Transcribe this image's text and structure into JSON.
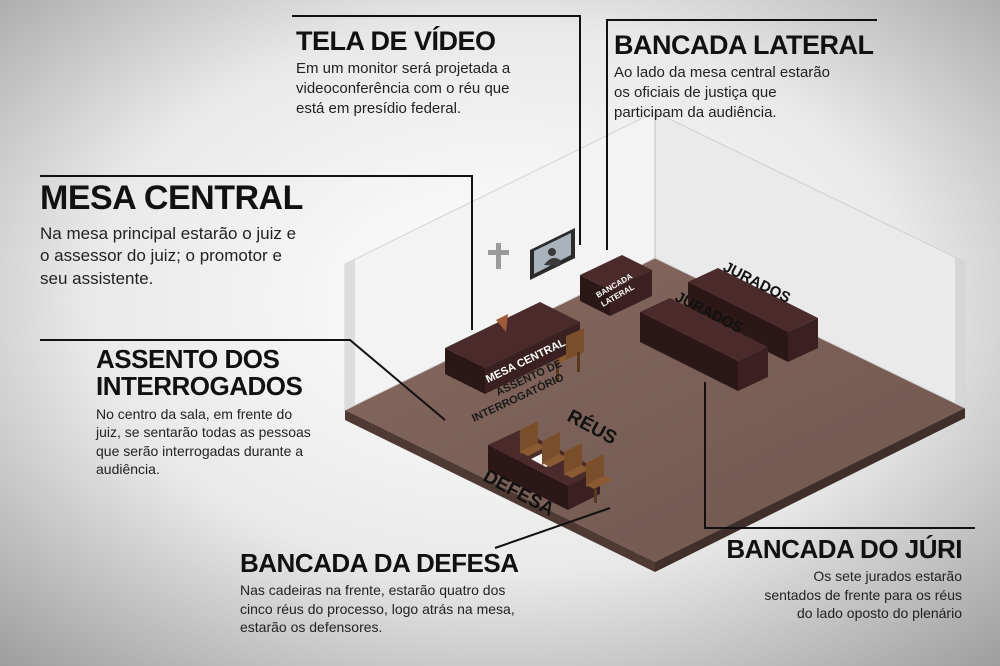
{
  "labels": {
    "tela": {
      "title": "TELA DE VÍDEO",
      "lines": [
        "Em um monitor será projetada a",
        "videoconferência com o réu que",
        "está em presídio federal."
      ]
    },
    "lateral": {
      "title": "BANCADA LATERAL",
      "lines": [
        "Ao lado da mesa central estarão",
        "os oficiais de justiça que",
        "participam da audiência."
      ]
    },
    "mesa": {
      "title": "MESA CENTRAL",
      "lines": [
        "Na mesa principal estarão o juiz e",
        "o assessor do juiz; o promotor e",
        "seu assistente."
      ]
    },
    "assento": {
      "title1": "ASSENTO DOS",
      "title2": "INTERROGADOS",
      "lines": [
        "No centro da sala, em frente do",
        "juiz, se sentarão todas as pessoas",
        "que serão interrogadas durante a",
        "audiência."
      ]
    },
    "defesa": {
      "title": "BANCADA DA DEFESA",
      "lines": [
        "Nas cadeiras na frente, estarão quatro dos",
        "cinco réus do processo, logo atrás na mesa,",
        "estarão os defensores."
      ]
    },
    "juri": {
      "title": "BANCADA DO JÚRI",
      "lines": [
        "Os sete jurados estarão",
        "sentados de frente para os réus",
        "do lado oposto do plenário"
      ]
    }
  },
  "room_labels": {
    "mesa_central": "MESA CENTRAL",
    "bancada_lateral_1": "BANCADA",
    "bancada_lateral_2": "LATERAL",
    "assento_1": "ASSENTO DE",
    "assento_2": "INTERROGATÓRIO",
    "reus": "RÉUS",
    "defesa": "DEFESA",
    "jurados_1": "JURADOS",
    "jurados_2": "JURADOS"
  },
  "colors": {
    "floor": "#7a6058",
    "wall": "#f2f2f2",
    "furniture": "#3a2020",
    "chair": "#7a4e2a",
    "leader_line": "#111111"
  }
}
